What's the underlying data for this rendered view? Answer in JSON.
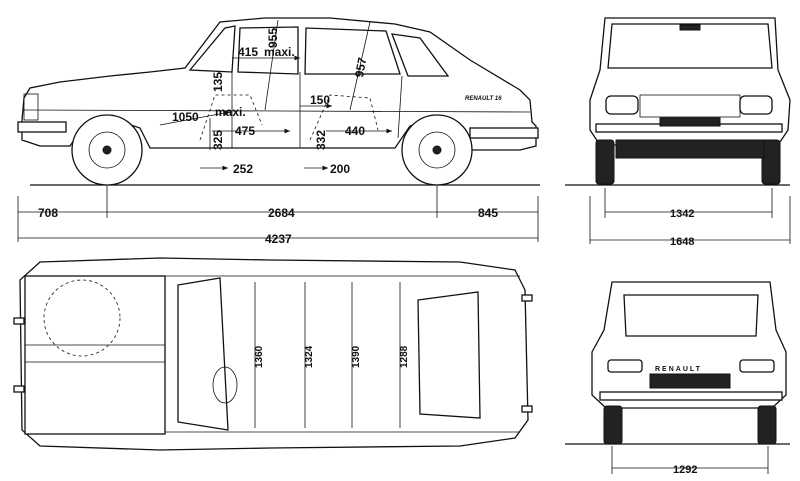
{
  "side_view": {
    "dim_front_overhang": "708",
    "dim_wheelbase": "2684",
    "dim_rear_overhang": "845",
    "dim_length": "4237",
    "dim_seat_depth_front": "1050",
    "dim_maxi_front": "maxi.",
    "dim_seat_width_front": "475",
    "dim_seat_height_front": "325",
    "dim_pedal": "252",
    "dim_leg_rear": "415",
    "dim_maxi_rear": "maxi.",
    "dim_headroom_front": "955",
    "dim_backrest_front": "135",
    "dim_headroom_rear": "957",
    "dim_rear_knee": "150",
    "dim_rear_seat_depth": "440",
    "dim_rear_seat_height": "332",
    "dim_rear_foot": "200",
    "badge": "RENAULT 16"
  },
  "front_view": {
    "dim_track": "1342",
    "dim_width": "1648"
  },
  "top_view": {
    "dim_w1": "1360",
    "dim_w2": "1324",
    "dim_w3": "1390",
    "dim_w4": "1288"
  },
  "rear_view": {
    "dim_track": "1292",
    "badge": "RENAULT"
  }
}
